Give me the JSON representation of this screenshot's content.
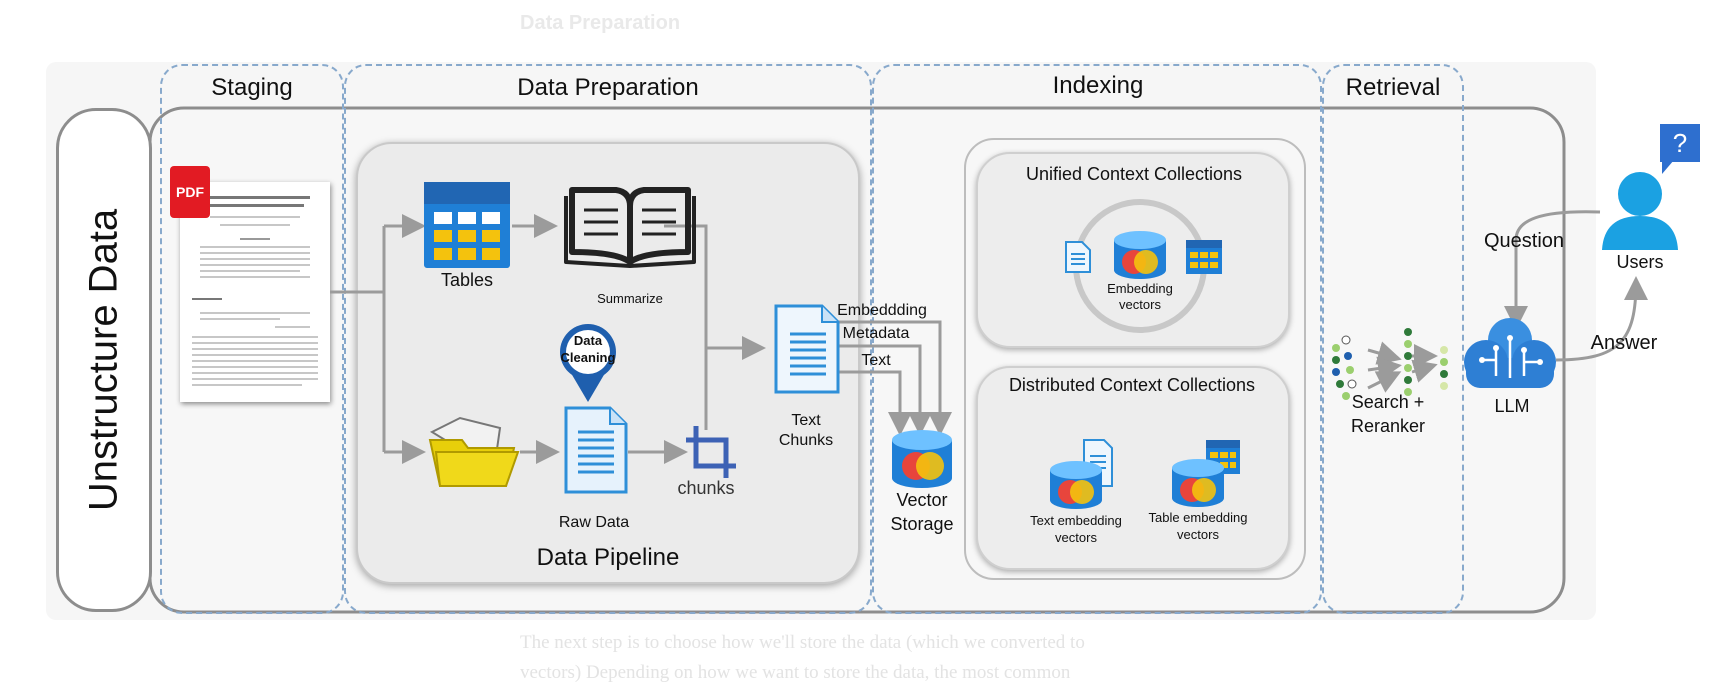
{
  "ghost": {
    "heading": "Data Preparation",
    "paragraph_line1": "The next step is to choose how we'll store the data (which we converted to",
    "paragraph_line2": "vectors) Depending on how we want to store the data, the most common"
  },
  "sections": {
    "left": "Unstructure Data",
    "staging": "Staging",
    "preparation": "Data Preparation",
    "indexing": "Indexing",
    "retrieval": "Retrieval"
  },
  "pipeline": {
    "title": "Data Pipeline",
    "tables": "Tables",
    "summarize": "Summarize",
    "raw_data": "Raw Data",
    "chunks": "chunks",
    "data_cleaning_line1": "Data",
    "data_cleaning_line2": "Cleaning",
    "text_chunks_line1": "Text",
    "text_chunks_line2": "Chunks"
  },
  "streams": {
    "embedding": "Embeddding",
    "metadata": "Metadata",
    "text": "Text"
  },
  "vector_storage": {
    "line1": "Vector",
    "line2": "Storage"
  },
  "unified": {
    "title": "Unified Context Collections",
    "emb_line1": "Embedding",
    "emb_line2": "vectors"
  },
  "distributed": {
    "title": "Distributed Context Collections",
    "text_line1": "Text embedding",
    "text_line2": "vectors",
    "table_line1": "Table embedding",
    "table_line2": "vectors"
  },
  "retrieval": {
    "search_line1": "Search +",
    "search_line2": "Reranker",
    "llm": "LLM",
    "question": "Question",
    "answer": "Answer",
    "users": "Users"
  },
  "pdf_badge": "PDF",
  "colors": {
    "dash_border": "#88a9cc",
    "arrow": "#9b9b9b",
    "doc_blue": "#2e8fd8",
    "table_blue": "#1f7fd6",
    "folder_yellow": "#e8cf0a",
    "pdf_red": "#e21b23",
    "user_blue": "#1ba1e2"
  },
  "icons": [
    "pdf-icon",
    "table-icon",
    "open-book-icon",
    "folder-icon",
    "document-icon",
    "crop-icon",
    "location-pin-icon",
    "database-icon",
    "neural-network-icon",
    "brain-circuit-icon",
    "user-icon",
    "question-badge-icon"
  ]
}
